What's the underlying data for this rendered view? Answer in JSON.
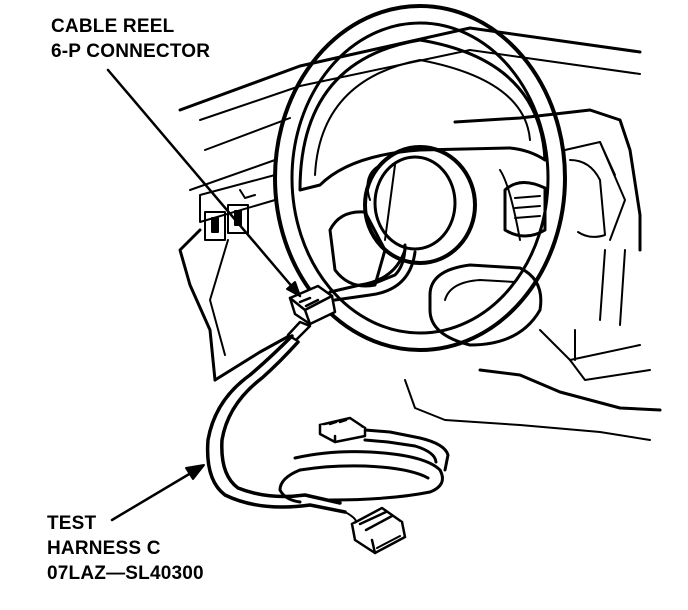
{
  "callouts": {
    "cable_reel": {
      "line1": "CABLE REEL",
      "line2": "6-P CONNECTOR"
    },
    "test_harness": {
      "line1": "TEST",
      "line2": "HARNESS C",
      "line3": "07LAZ—SL40300"
    }
  },
  "colors": {
    "ink": "#000000",
    "paper": "#ffffff"
  }
}
